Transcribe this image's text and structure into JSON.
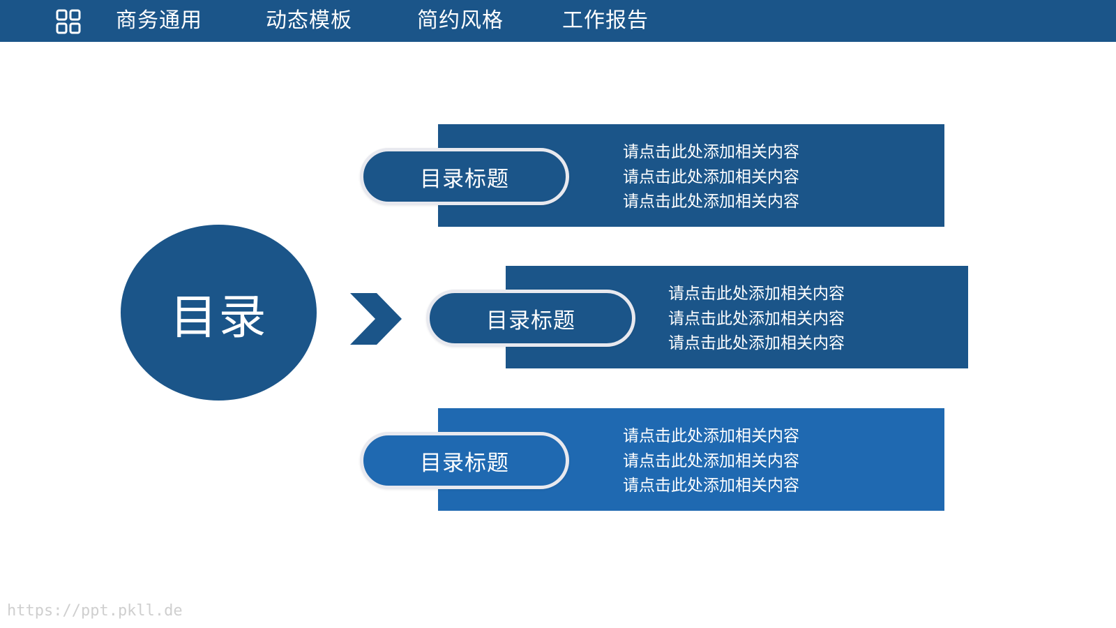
{
  "header": {
    "grid_icon": "grid-icon",
    "nav": [
      "商务通用",
      "动态模板",
      "简约风格",
      "工作报告"
    ]
  },
  "toc": {
    "title": "目录",
    "arrow_icon": "chevron-right-icon",
    "rows": [
      {
        "title": "目录标题",
        "lines": [
          "请点击此处添加相关内容",
          "请点击此处添加相关内容",
          "请点击此处添加相关内容"
        ]
      },
      {
        "title": "目录标题",
        "lines": [
          "请点击此处添加相关内容",
          "请点击此处添加相关内容",
          "请点击此处添加相关内容"
        ]
      },
      {
        "title": "目录标题",
        "lines": [
          "请点击此处添加相关内容",
          "请点击此处添加相关内容",
          "请点击此处添加相关内容"
        ]
      }
    ]
  },
  "footer": {
    "watermark": "https://ppt.pkll.de"
  },
  "colors": {
    "primary": "#1b5589",
    "accent": "#1f69b1",
    "pill_border": "#e8e9ef",
    "background": "#ffffff"
  }
}
